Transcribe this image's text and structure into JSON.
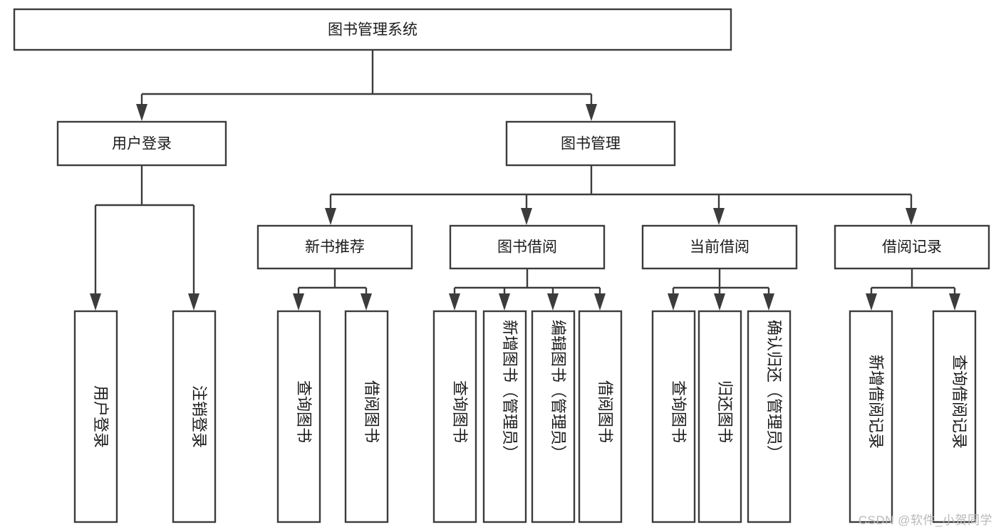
{
  "diagram": {
    "type": "tree",
    "title": "图书管理系统",
    "watermark": "CSDN @软件_小贺同学",
    "colors": {
      "stroke": "#3c3c3c",
      "fill": "#ffffff",
      "text": "#1b1b1b",
      "watermark": "#b9b9b9"
    },
    "nodes": {
      "root": {
        "label": "图书管理系统"
      },
      "level2": [
        {
          "label": "用户登录"
        },
        {
          "label": "图书管理"
        }
      ],
      "level3": [
        {
          "label": "新书推荐"
        },
        {
          "label": "图书借阅"
        },
        {
          "label": "当前借阅"
        },
        {
          "label": "借阅记录"
        }
      ],
      "leaves": {
        "user_login": [
          {
            "label": "用户登录"
          },
          {
            "label": "注销登录"
          }
        ],
        "new_book": [
          {
            "label": "查询图书"
          },
          {
            "label": "借阅图书"
          }
        ],
        "book_borrow": [
          {
            "label": "查询图书"
          },
          {
            "label": "新增图书（管理员）"
          },
          {
            "label": "编辑图书（管理员）"
          },
          {
            "label": "借阅图书"
          }
        ],
        "current_borrow": [
          {
            "label": "查询图书"
          },
          {
            "label": "归还图书"
          },
          {
            "label": "确认归还（管理员）"
          }
        ],
        "borrow_record": [
          {
            "label": "新增借阅记录"
          },
          {
            "label": "查询借阅记录"
          }
        ]
      }
    }
  }
}
